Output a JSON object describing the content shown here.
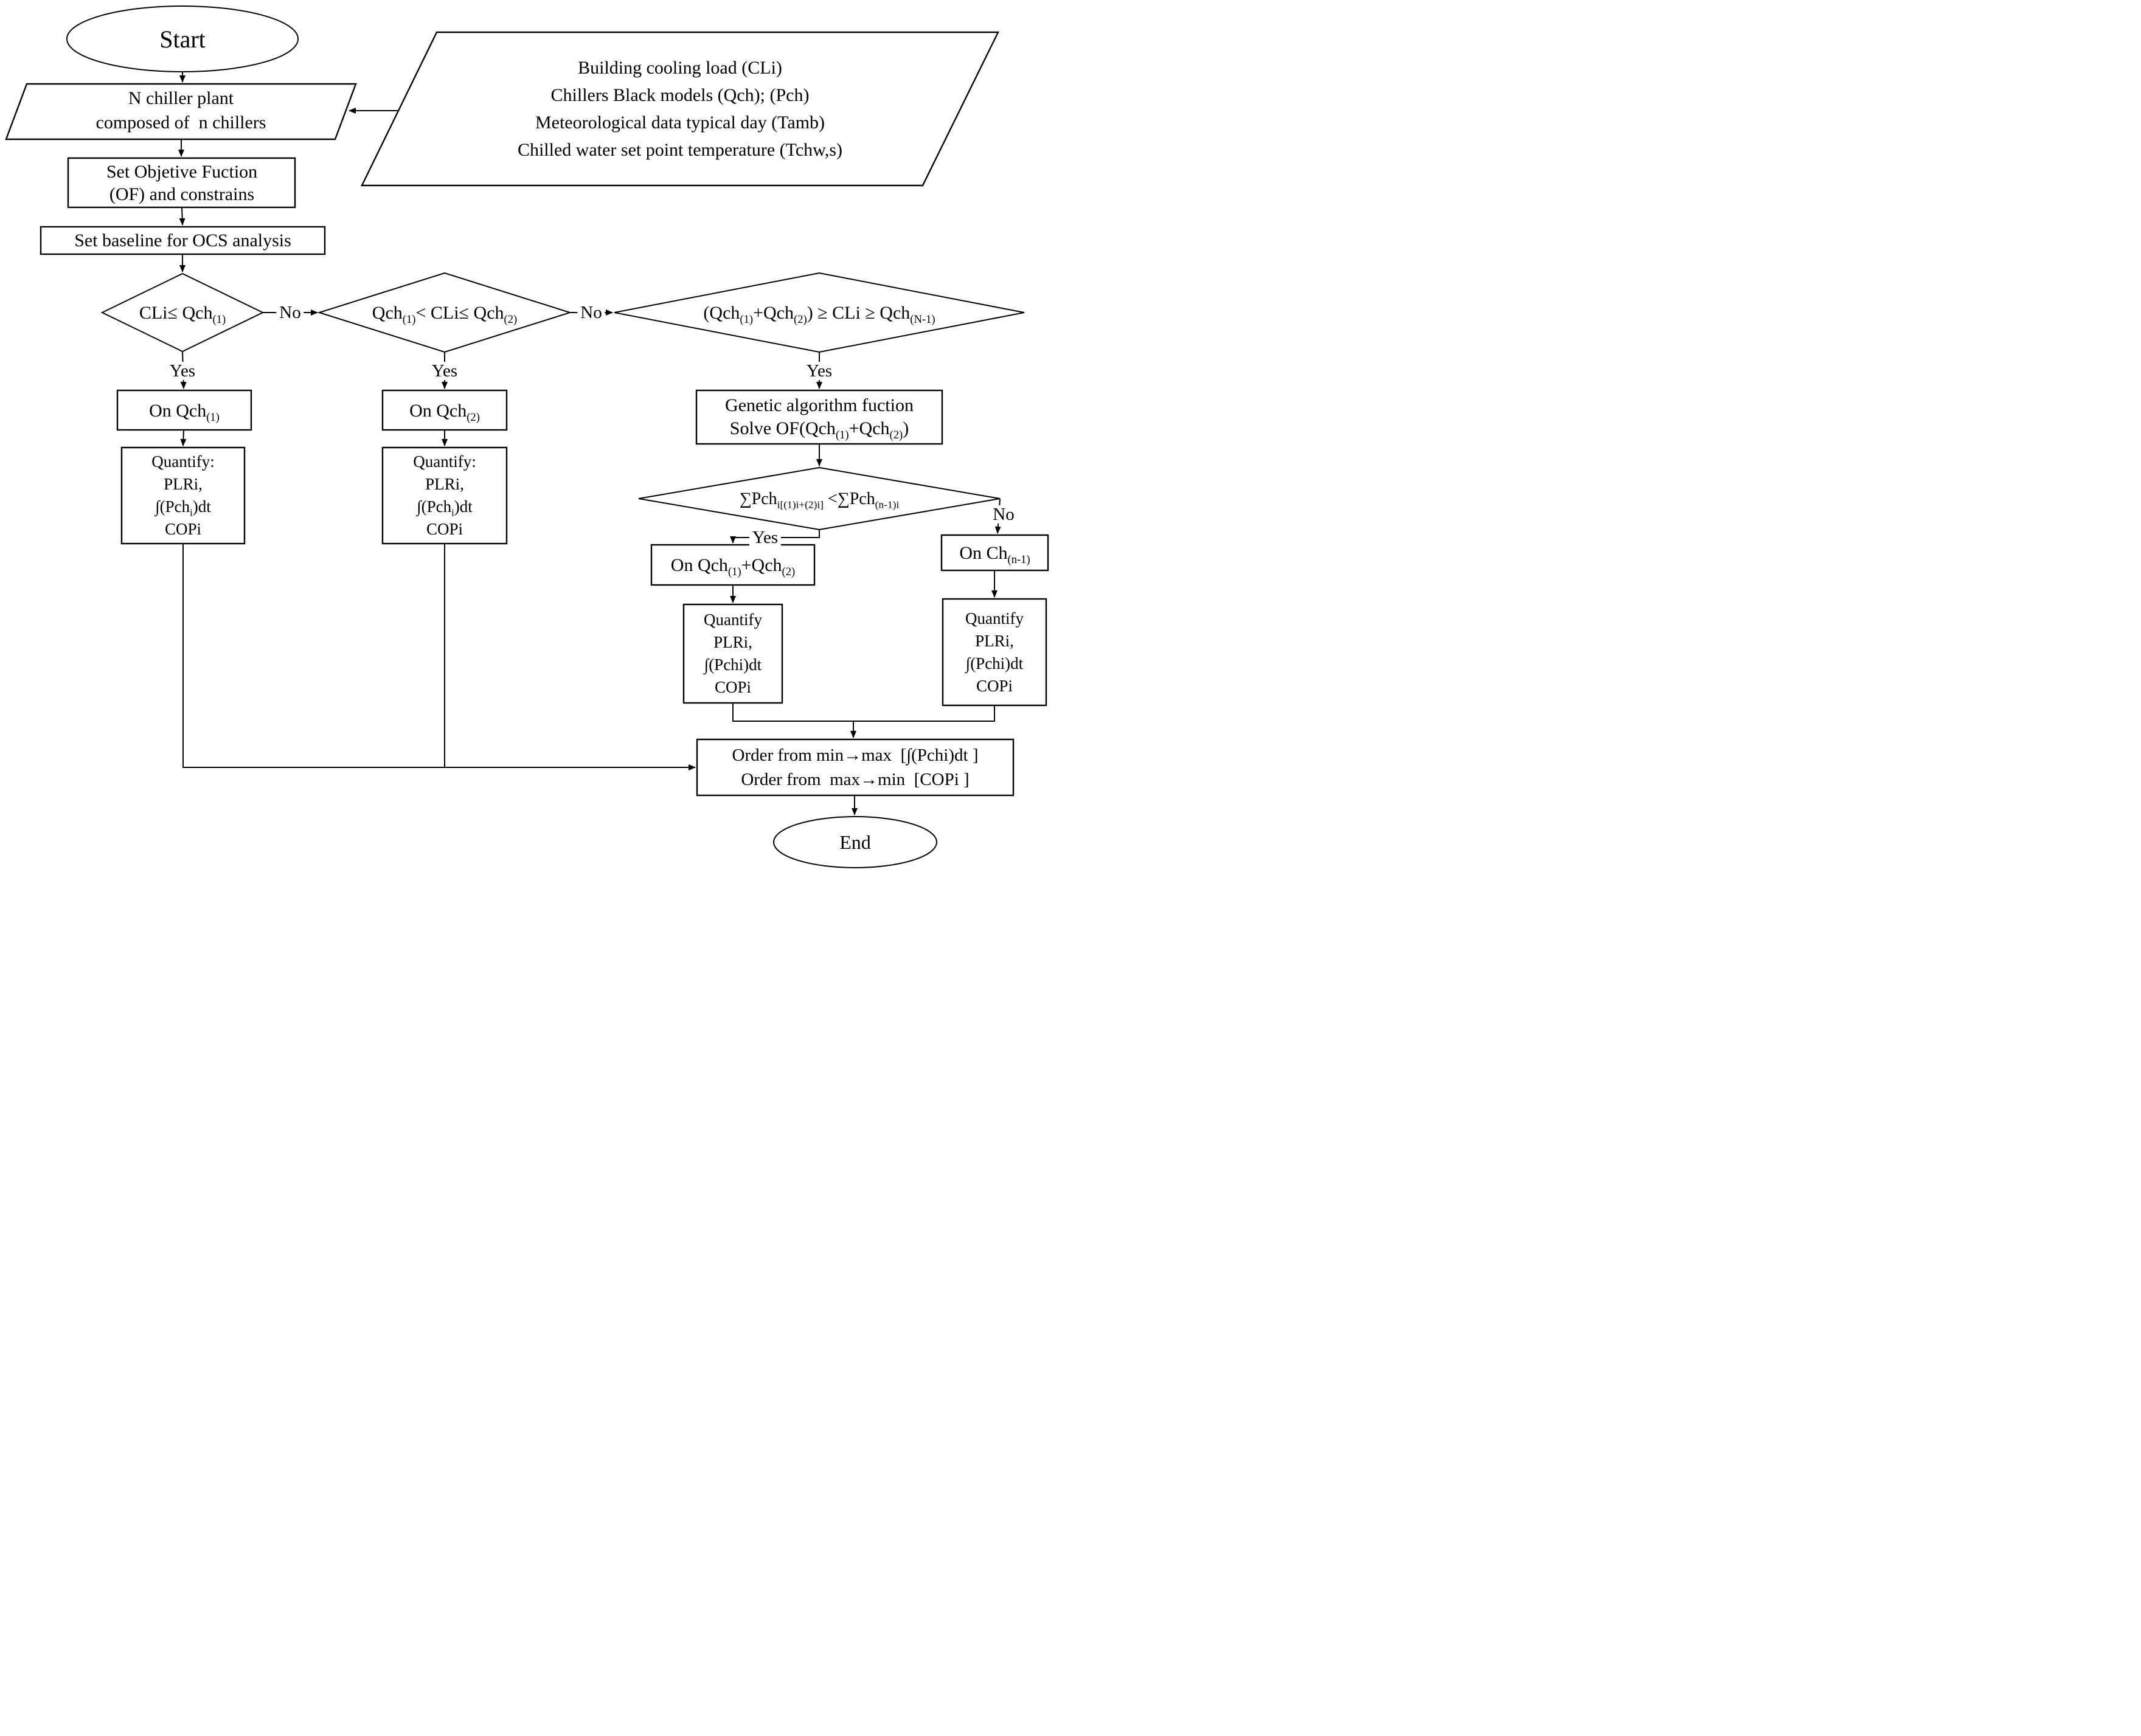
{
  "colors": {
    "ink": "#000000",
    "background": "#ffffff"
  },
  "edges": {
    "no1": "No",
    "no2": "No",
    "no3": "No",
    "yes1": "Yes",
    "yes2": "Yes",
    "yes3": "Yes",
    "yes4": "Yes"
  },
  "nodes": {
    "start": {
      "label": "Start"
    },
    "plant": {
      "line1": "N chiller plant",
      "line2": "composed of  n chillers"
    },
    "inputs": {
      "line1": "Building cooling load (CLi)",
      "line2": "Chillers Black models (Qch); (Pch)",
      "line3": "Meteorological data typical day (Tamb)",
      "line4": "Chilled water set point temperature (Tchw,s)"
    },
    "objective": {
      "line1": "Set Objetive Fuction",
      "line2": "(OF) and constrains"
    },
    "baseline": {
      "label": "Set baseline for OCS analysis"
    },
    "d1": {
      "t1": "CLi≤ Qch",
      "s1": "(1)"
    },
    "d2": {
      "t1": "Qch",
      "s1": "(1)",
      "t2": "< CLi≤ Qch",
      "s2": "(2)"
    },
    "d3": {
      "t1": "(Qch",
      "s1": "(1)",
      "t2": "+Qch",
      "s2": "(2)",
      "t3": ") ≥ CLi ≥ Qch",
      "s3": "(N-1)"
    },
    "on1": {
      "t1": "On Qch",
      "s1": "(1)"
    },
    "on2": {
      "t1": "On Qch",
      "s1": "(2)"
    },
    "genetic": {
      "line1": "Genetic algorithm fuction",
      "t1": "Solve OF(Qch",
      "s1": "(1)",
      "t2": "+Qch",
      "s2": "(2)",
      "t3": ")"
    },
    "quant1": {
      "line1": "Quantify:",
      "line2": "PLRi,",
      "t1": "∫(Pch",
      "s1": "i",
      "t2": ")dt",
      "line4": "COPi"
    },
    "quant2": {
      "line1": "Quantify:",
      "line2": "PLRi,",
      "t1": "∫(Pch",
      "s1": "i",
      "t2": ")dt",
      "line4": "COPi"
    },
    "d4": {
      "t1": "∑Pch",
      "s1": "i[(1)i+(2)i]",
      "t2": " <∑Pch",
      "s2": "(n-1)i"
    },
    "onq12": {
      "t1": "On Qch",
      "s1": "(1)",
      "t2": "+Qch",
      "s2": "(2)"
    },
    "onchn": {
      "t1": "On Ch",
      "s1": "(n-1)"
    },
    "quant3": {
      "line1": "Quantify",
      "line2": "PLRi,",
      "line3": "∫(Pchi)dt",
      "line4": "COPi"
    },
    "quant4": {
      "line1": "Quantify",
      "line2": "PLRi,",
      "line3": "∫(Pchi)dt",
      "line4": "COPi"
    },
    "order": {
      "line1": "Order from min→max  [∫(Pchi)dt ]",
      "line2": "Order from  max→min  [COPi ]"
    },
    "end": {
      "label": "End"
    }
  }
}
